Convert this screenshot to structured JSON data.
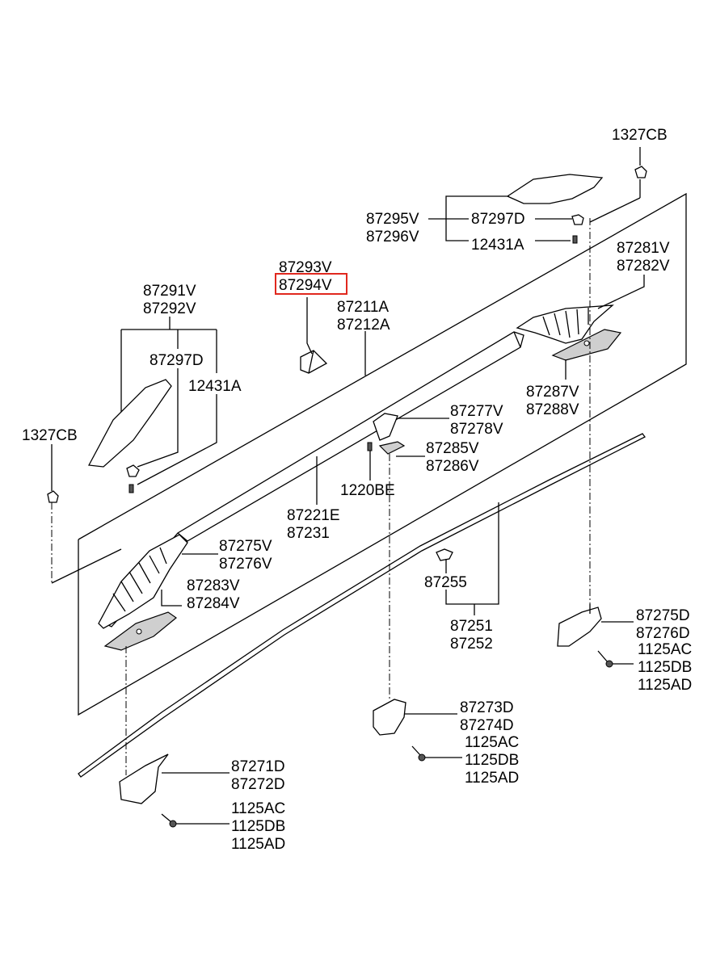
{
  "labels": {
    "p1327cb_top": "1327CB",
    "p87295v": "87295V",
    "p87296v": "87296V",
    "p87297d_top": "87297D",
    "p12431a_top": "12431A",
    "p87293v": "87293V",
    "p87294v": "87294V",
    "p87281v": "87281V",
    "p87282v": "87282V",
    "p87291v": "87291V",
    "p87292v": "87292V",
    "p87211a": "87211A",
    "p87212a": "87212A",
    "p87297d_left": "87297D",
    "p12431a_left": "12431A",
    "p87287v": "87287V",
    "p87288v": "87288V",
    "p1327cb_left": "1327CB",
    "p87277v": "87277V",
    "p87278v": "87278V",
    "p87285v": "87285V",
    "p87286v": "87286V",
    "p1220be": "1220BE",
    "p87221e": "87221E",
    "p87231": "87231",
    "p87275v": "87275V",
    "p87276v": "87276V",
    "p87283v": "87283V",
    "p87284v": "87284V",
    "p87255": "87255",
    "p87251": "87251",
    "p87252": "87252",
    "p87275d": "87275D",
    "p87276d": "87276D",
    "p1125ac_r": "1125AC",
    "p1125db_r": "1125DB",
    "p1125ad_r": "1125AD",
    "p87273d": "87273D",
    "p87274d": "87274D",
    "p1125ac_m": "1125AC",
    "p1125db_m": "1125DB",
    "p1125ad_m": "1125AD",
    "p87271d": "87271D",
    "p87272d": "87272D",
    "p1125ac_l": "1125AC",
    "p1125db_l": "1125DB",
    "p1125ad_l": "1125AD"
  },
  "highlight": {
    "label_key": "p87294v",
    "color": "#e0281e"
  }
}
